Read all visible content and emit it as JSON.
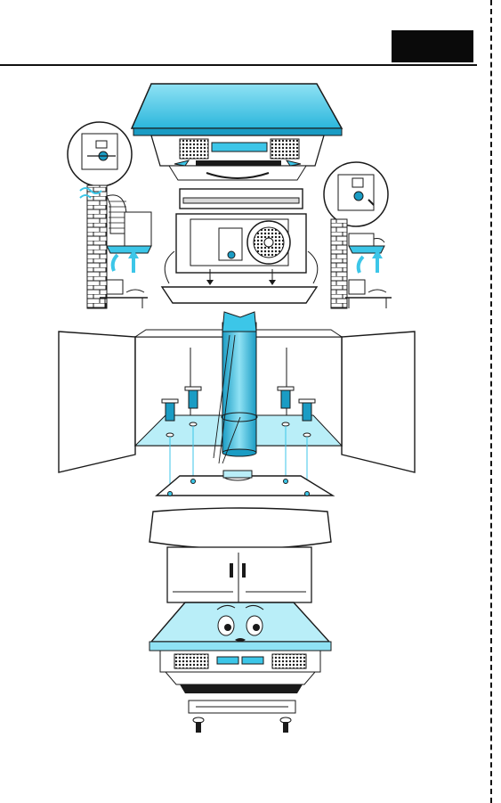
{
  "diagram": {
    "colors": {
      "accent": "#3cc6e8",
      "accent_light": "#8fe2f4",
      "accent_dark": "#1a9cc4",
      "line": "#1a1a1a",
      "tab": "#0a0a0a",
      "glass": "#b9eef8"
    },
    "panels": [
      {
        "name": "hood-top-view"
      },
      {
        "name": "ducted-installation-detail-left"
      },
      {
        "name": "hood-internal-view-with-fan"
      },
      {
        "name": "recirculation-detail-right"
      },
      {
        "name": "cabinet-with-duct-and-screws"
      },
      {
        "name": "hood-mounting-plate"
      },
      {
        "name": "cartoon-hood-with-face"
      },
      {
        "name": "filter-and-mounting-screws"
      }
    ]
  }
}
